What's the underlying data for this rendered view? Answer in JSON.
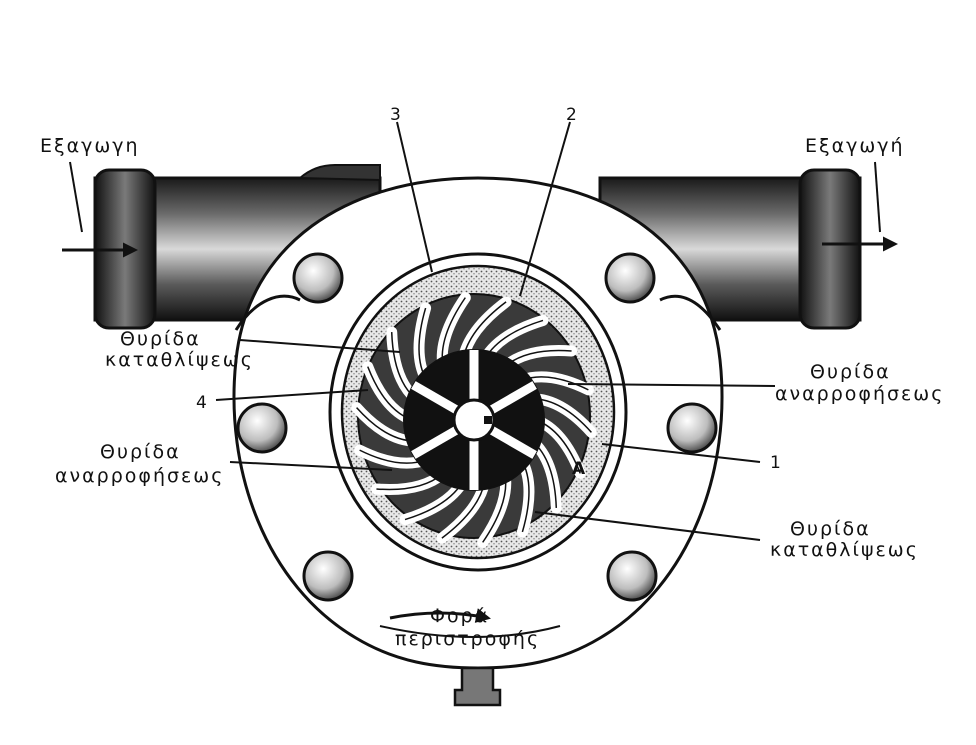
{
  "labels": {
    "inlet": "Εξαγωγη",
    "outlet": "Εξαγωγή",
    "callout_3": "3",
    "callout_2": "2",
    "callout_4": "4",
    "callout_1": "1",
    "port_discharge_left_1": "Θυρίδα",
    "port_discharge_left_2": "καταθλίψεως",
    "port_suction_right_1": "Θυρίδα",
    "port_suction_right_2": "αναρροφήσεως",
    "port_suction_left_1": "Θυρίδα",
    "port_suction_left_2": "αναρροφήσεως",
    "port_discharge_right_1": "Θυρίδα",
    "port_discharge_right_2": "καταθλίψεως",
    "rotation_1": "Φορά",
    "rotation_2": "περιστροφής",
    "cam_mark": "A"
  },
  "colors": {
    "ink": "#111111",
    "casting_dark": "#2a2a2a",
    "casting_mid": "#8a8a8a",
    "stipple": "#bdbdbd",
    "paper": "#ffffff"
  }
}
